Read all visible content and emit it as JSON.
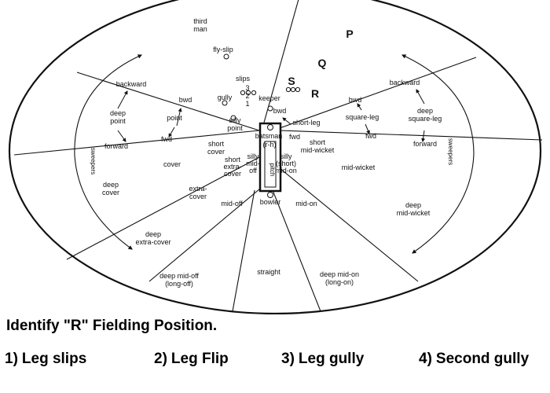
{
  "diagram": {
    "fielding_labels": [
      [
        "third",
        "man"
      ],
      [
        "fly-slip"
      ],
      [
        "slips"
      ],
      [
        "3",
        "2",
        "1"
      ],
      [
        "gully"
      ],
      [
        "keeper"
      ],
      [
        "backward"
      ],
      [
        "deep",
        "point"
      ],
      [
        "bwd"
      ],
      [
        "point"
      ],
      [
        "fwd"
      ],
      [
        "silly",
        "point"
      ],
      [
        "forward"
      ],
      [
        "short",
        "cover"
      ],
      [
        "cover"
      ],
      [
        "short",
        "extra-",
        "cover"
      ],
      [
        "silly",
        "mid-",
        "off"
      ],
      [
        "deep",
        "cover"
      ],
      [
        "extra-",
        "cover"
      ],
      [
        "mid-off"
      ],
      [
        "deep",
        "extra-cover"
      ],
      [
        "deep mid-off",
        "(long-off)"
      ],
      [
        "straight"
      ],
      [
        "deep mid-on",
        "(long-on)"
      ],
      [
        "mid-on"
      ],
      [
        "silly",
        "(short)",
        "mid-on"
      ],
      [
        "deep",
        "mid-wicket"
      ],
      [
        "mid-wicket"
      ],
      [
        "short",
        "mid-wicket"
      ],
      [
        "fwd"
      ],
      [
        "short-leg"
      ],
      [
        "bwd"
      ],
      [
        "bwd"
      ],
      [
        "square-leg"
      ],
      [
        "fwd"
      ],
      [
        "backward"
      ],
      [
        "deep",
        "square-leg"
      ],
      [
        "forward"
      ],
      [
        "batsman"
      ],
      [
        "(r-h)"
      ],
      [
        "pitch"
      ],
      [
        "bowler"
      ],
      [
        "sweepers"
      ],
      [
        "sweepers"
      ]
    ],
    "marker_letters": [
      "P",
      "Q",
      "S",
      "R"
    ]
  },
  "question": {
    "text": "Identify \"R\" Fielding Position."
  },
  "options": [
    {
      "num": "1)",
      "label": "Leg slips"
    },
    {
      "num": "2)",
      "label": "Leg Flip"
    },
    {
      "num": "3)",
      "label": "Leg gully"
    },
    {
      "num": "4)",
      "label": "Second gully"
    }
  ]
}
